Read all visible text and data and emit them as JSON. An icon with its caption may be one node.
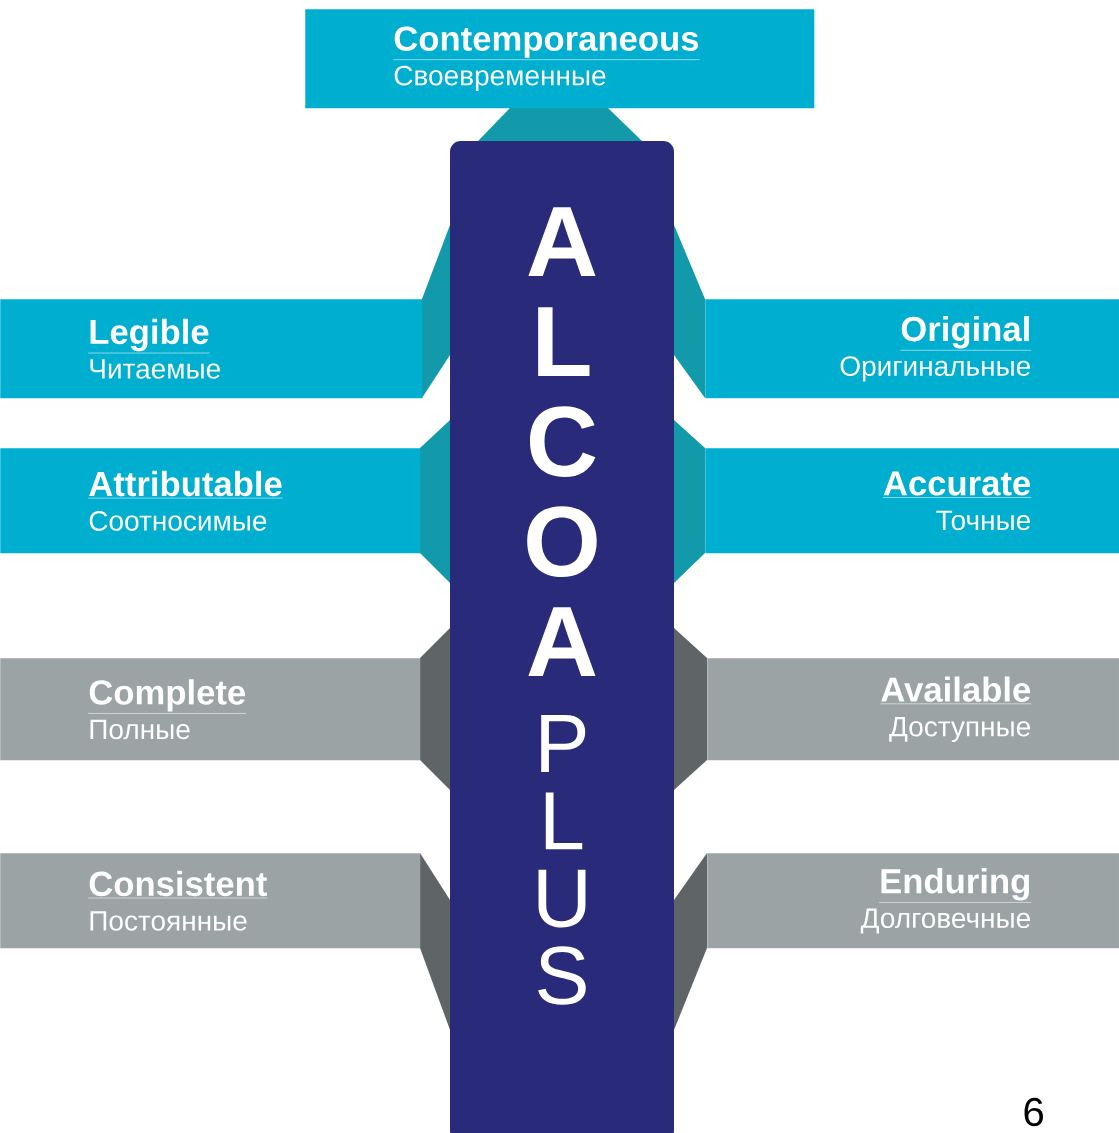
{
  "diagram": {
    "nodes": [
      {
        "text": [
          "Contemporaneous",
          "Своевременные"
        ]
      },
      {
        "text": [
          "Legible",
          "Читаемые"
        ]
      },
      {
        "text": [
          "Original",
          "Оригинальные"
        ]
      },
      {
        "text": [
          "Attributable",
          "Соотносимые"
        ]
      },
      {
        "text": [
          "Accurate",
          "Точные"
        ]
      },
      {
        "text": [
          "Complete",
          "Полные"
        ]
      },
      {
        "text": [
          "Available",
          "Доступные"
        ]
      },
      {
        "text": [
          "Consistent",
          "Постоянные"
        ]
      },
      {
        "text": [
          "Enduring",
          "Долговечные"
        ]
      },
      {
        "text": [
          "A L C O A",
          "P L U S"
        ]
      }
    ],
    "labels": [
      "6"
    ]
  }
}
